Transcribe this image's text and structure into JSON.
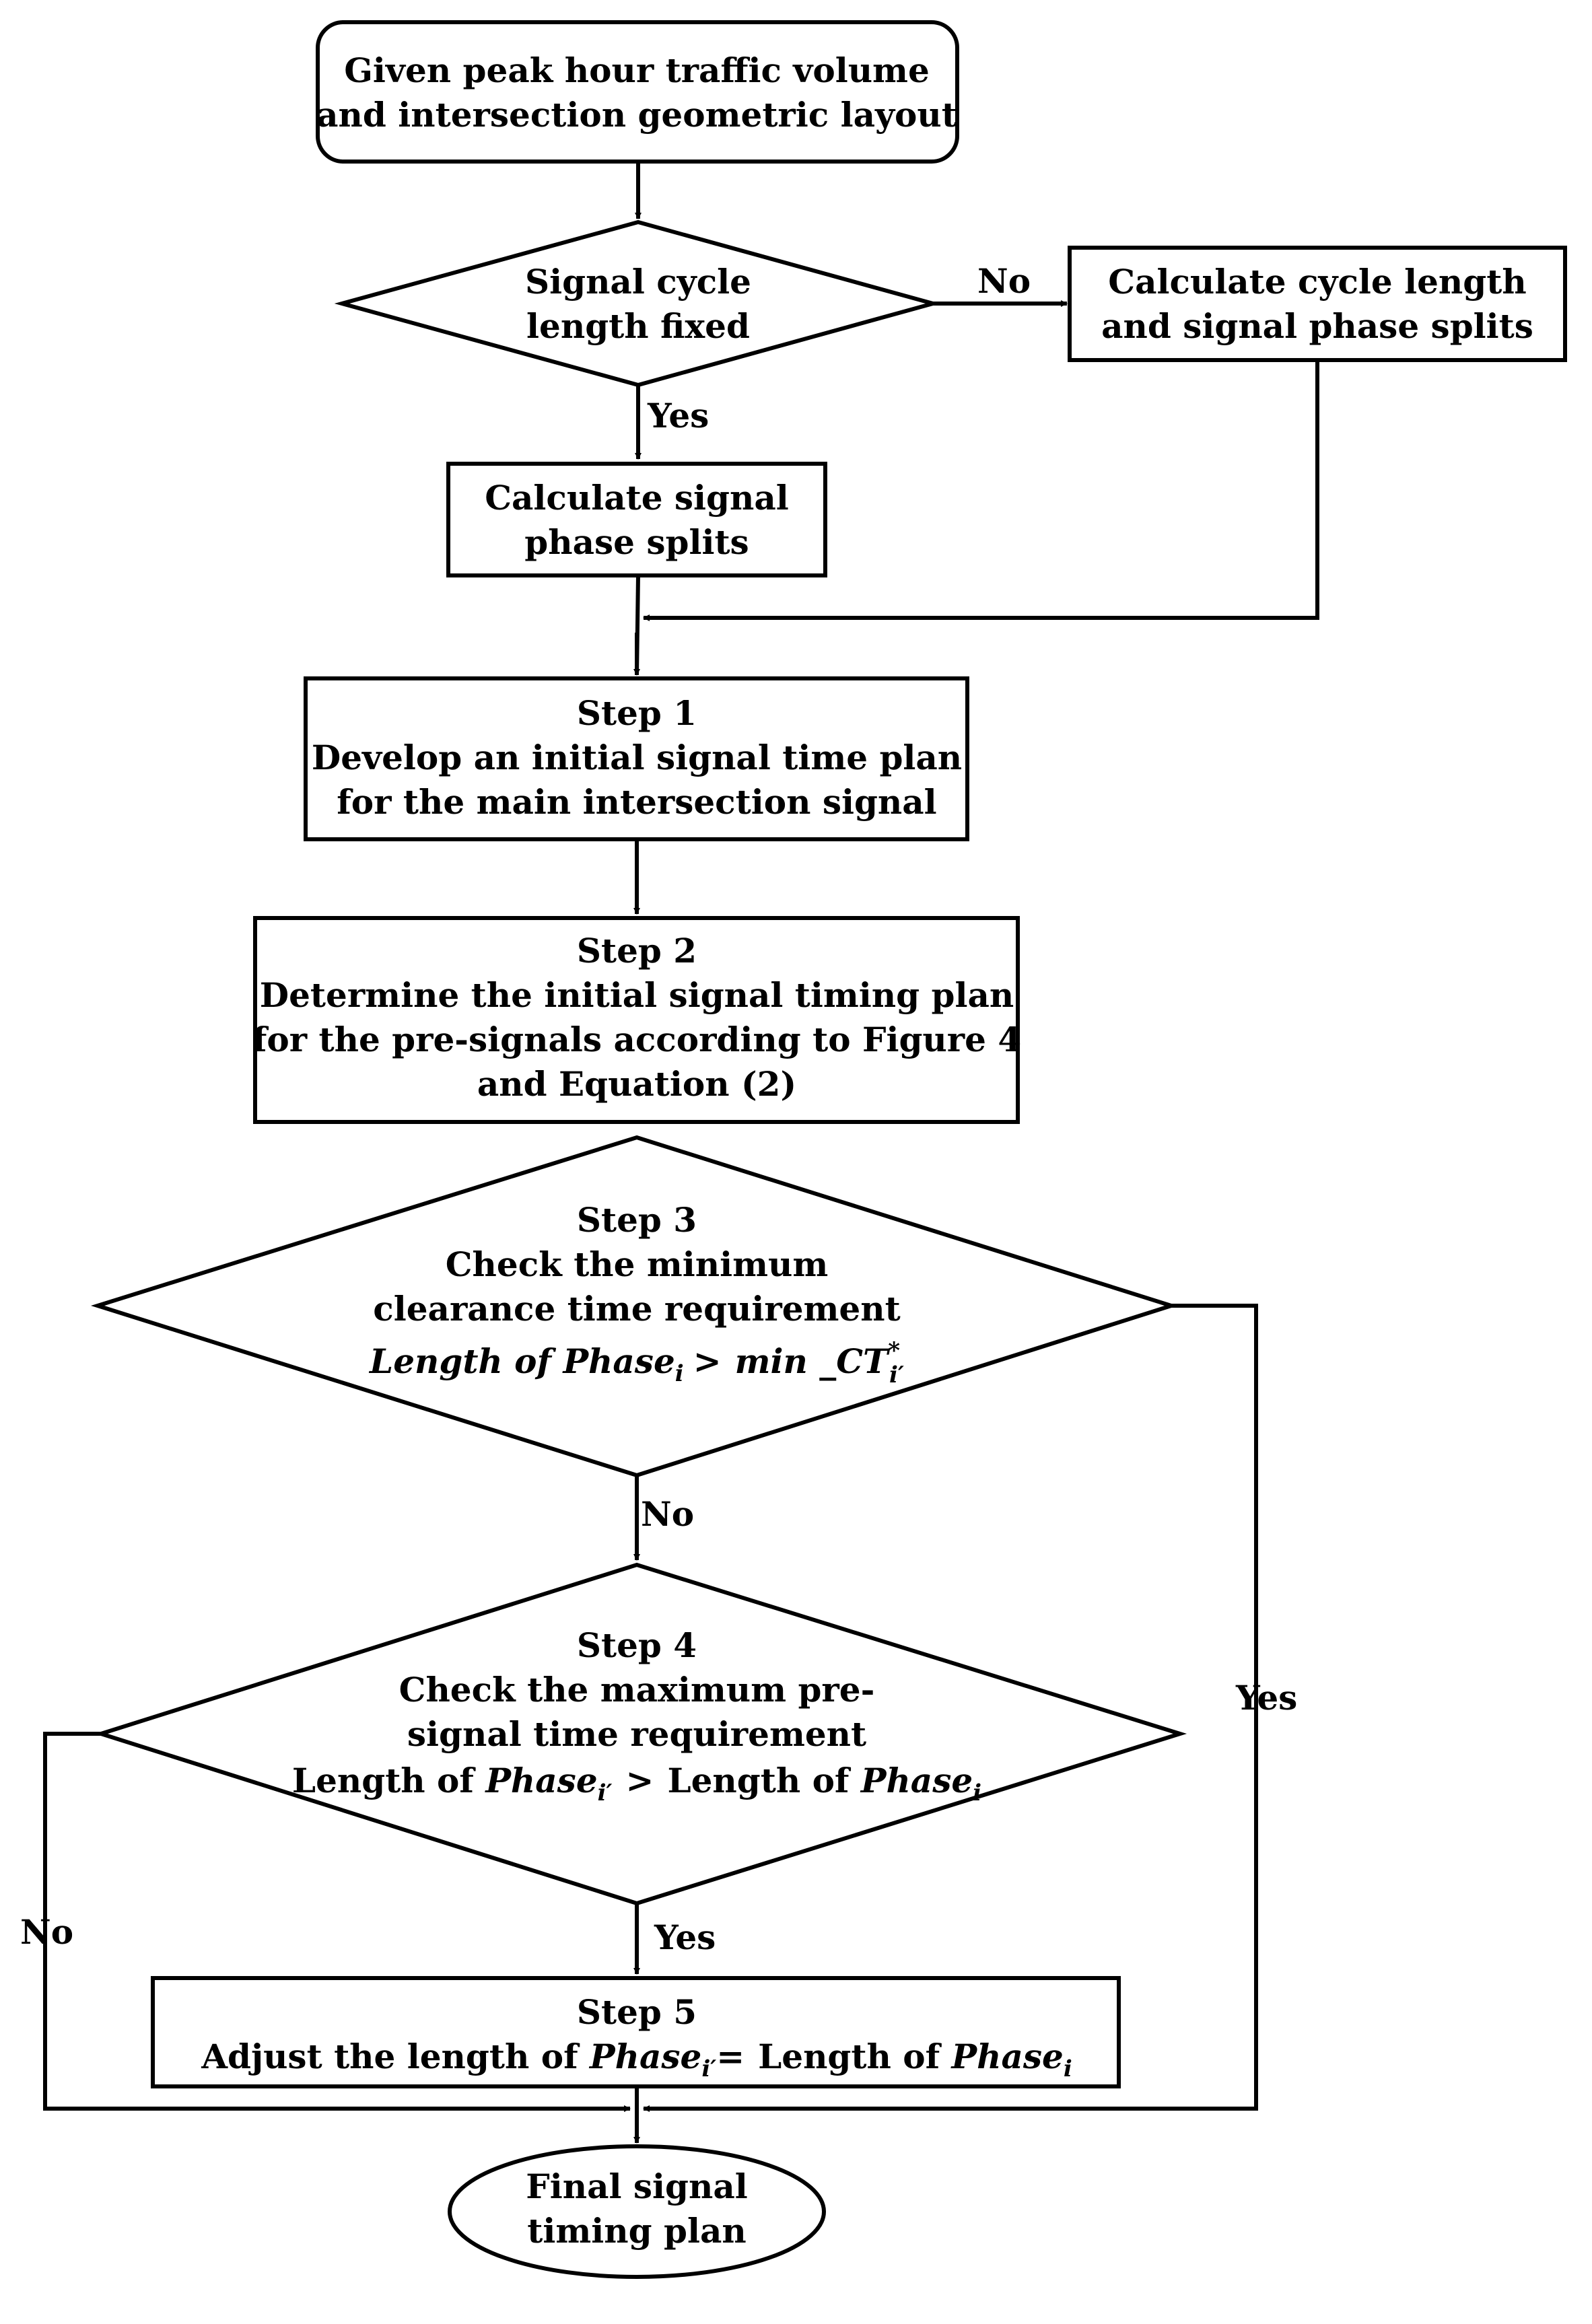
{
  "flowchart": {
    "start": [
      "Given peak hour traffic volume",
      "and intersection geometric layout"
    ],
    "decision_fixed": [
      "Signal cycle",
      "length fixed"
    ],
    "calc_cycle": [
      "Calculate cycle length",
      "and signal phase splits"
    ],
    "calc_splits": [
      "Calculate signal",
      "phase splits"
    ],
    "step1": [
      "Step 1",
      "Develop an initial signal time plan",
      "for the main intersection signal"
    ],
    "step2": [
      "Step 2",
      "Determine the initial signal timing plan",
      "for the pre-signals according to Figure 4",
      "and Equation (2)"
    ],
    "step3": {
      "lines": [
        "Step 3",
        "Check the minimum",
        "clearance time requirement"
      ],
      "formula": {
        "lhs": "Length of Phase",
        "lhs_sub": "i",
        "op": ">",
        "rhs": "min _CT",
        "rhs_sup": "*",
        "rhs_sub": "i′"
      }
    },
    "step4": {
      "lines": [
        "Step 4",
        "Check the maximum pre-",
        "signal time requirement"
      ],
      "formula": {
        "p1": "Length of ",
        "phase1": "Phase",
        "phase1_sub": "i′",
        "op": ">",
        "p2": "Length of ",
        "phase2": "Phase",
        "phase2_sub": "i"
      }
    },
    "step5": {
      "title": "Step 5",
      "formula": {
        "p1": "Adjust the length of ",
        "phase1": "Phase",
        "phase1_sub": "i′",
        "eq": "=",
        "p2": "Length of ",
        "phase2": "Phase",
        "phase2_sub": "i"
      }
    },
    "end": [
      "Final signal",
      "timing plan"
    ],
    "labels": {
      "fixed_no": "No",
      "fixed_yes": "Yes",
      "step3_no": "No",
      "step3_yes": "Yes",
      "step4_yes": "Yes",
      "step4_no": "No"
    }
  }
}
